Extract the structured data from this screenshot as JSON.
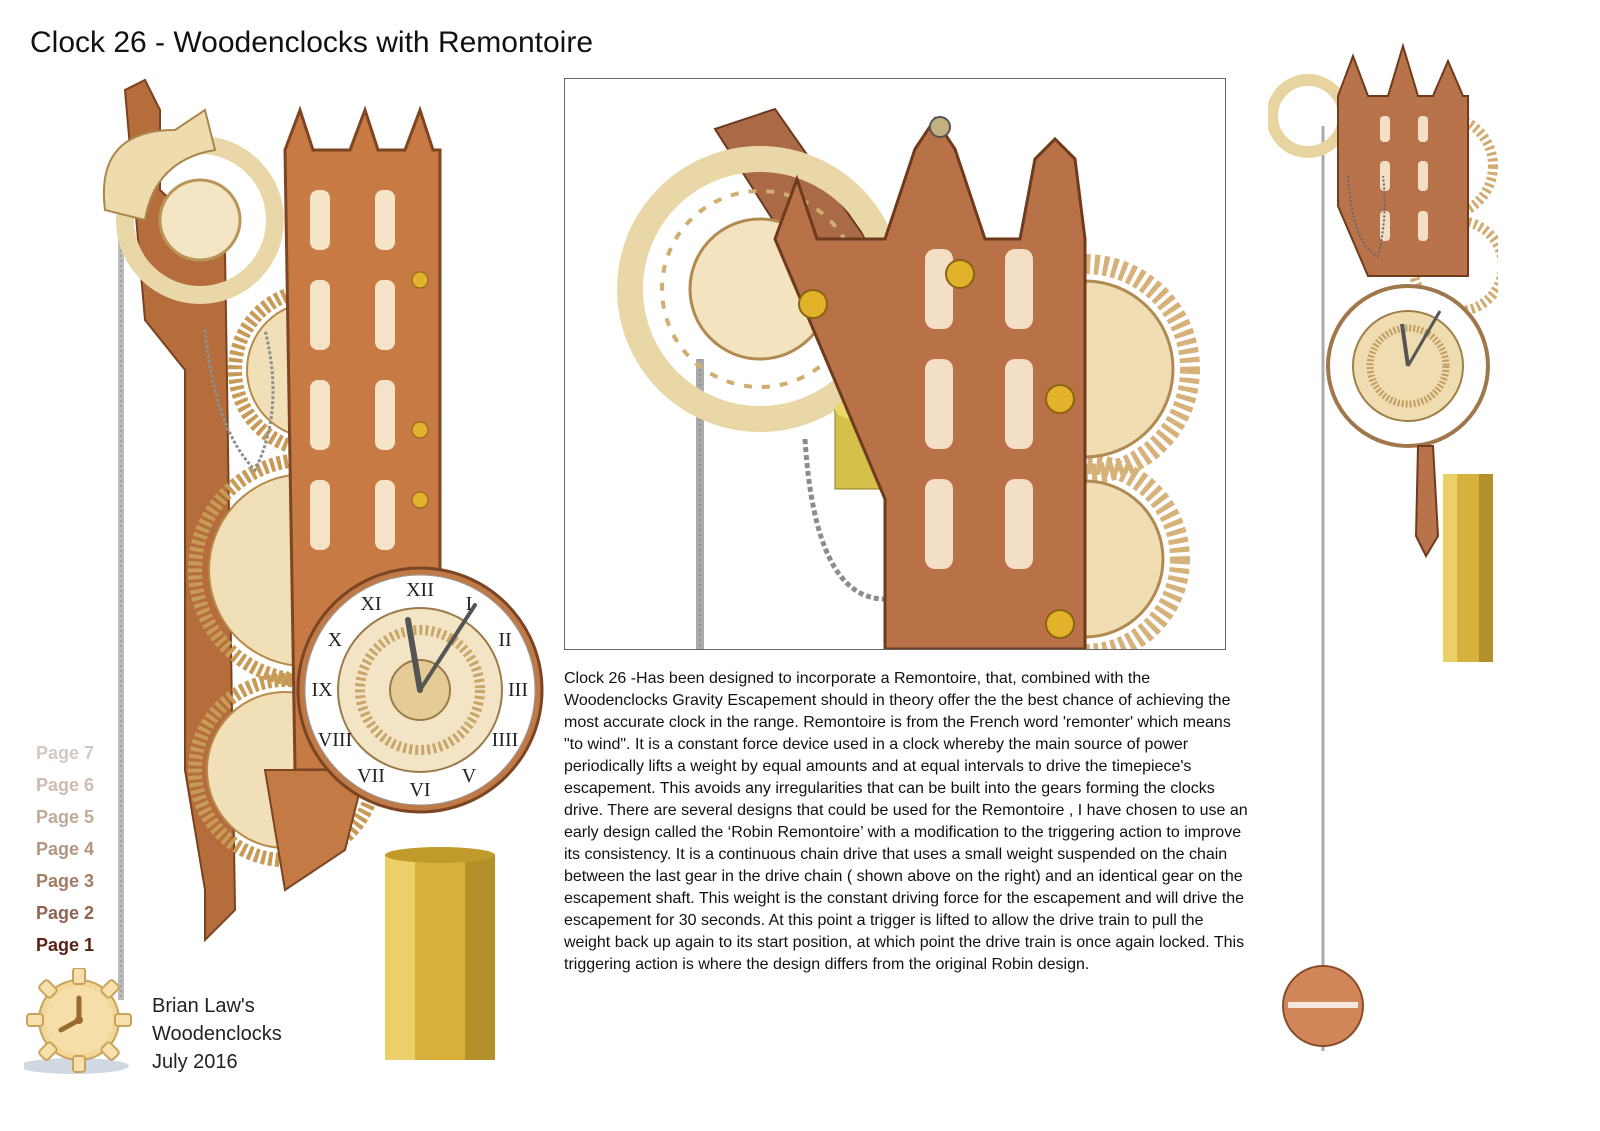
{
  "header": {
    "title": "Clock 26 - Woodenclocks with Remontoire"
  },
  "nav": {
    "pages": [
      {
        "label": "Page 7",
        "color": "#d5c9c1"
      },
      {
        "label": "Page 6",
        "color": "#cdbcaf"
      },
      {
        "label": "Page 5",
        "color": "#c2aa98"
      },
      {
        "label": "Page 4",
        "color": "#b39581"
      },
      {
        "label": "Page 3",
        "color": "#a37d66"
      },
      {
        "label": "Page 2",
        "color": "#8f6450"
      },
      {
        "label": "Page 1",
        "color": "#5a2316",
        "active": true
      }
    ]
  },
  "credit": {
    "line1": "Brian Law's",
    "line2": "Woodenclocks",
    "line3": "July 2016"
  },
  "description": "Clock 26 -Has been designed to incorporate a Remontoire, that, combined with the Woodenclocks Gravity Escapement should in theory offer the the best chance of achieving the most accurate clock in the range. Remontoire is from the French word 'remonter' which means \"to wind\". It is a constant force device used in a clock whereby the main source of power periodically lifts a weight by equal amounts and at equal intervals to drive the timepiece's escapement. This avoids any irregularities that can be built into the gears forming the clocks drive. There are several designs that could be used for the Remontoire , I have chosen to use an early design called the ‘Robin Remontoire’ with a modification to the triggering action to improve its consistency. It is a continuous chain drive that uses a small weight suspended on the chain between the last gear in the drive chain ( shown above on the right) and an identical gear on the escapement shaft. This weight is the constant driving force for the escapement and will drive the escapement for 30 seconds. At this point a trigger is lifted to allow the drive train to pull the weight back up again to its start position, at which point the drive train is once again locked. This triggering action is where the design differs from the original Robin design.",
  "dial": {
    "numerals": [
      "XII",
      "I",
      "II",
      "III",
      "IIII",
      "V",
      "VI",
      "VII",
      "VIII",
      "IX",
      "X",
      "XI"
    ]
  },
  "colors": {
    "wood_dark": "#b06a3b",
    "wood_light": "#e8d2a6",
    "brass": "#d9b23a",
    "nav_active": "#5a2316"
  },
  "icons": {
    "logo": "wooden-gear-clock-logo"
  }
}
